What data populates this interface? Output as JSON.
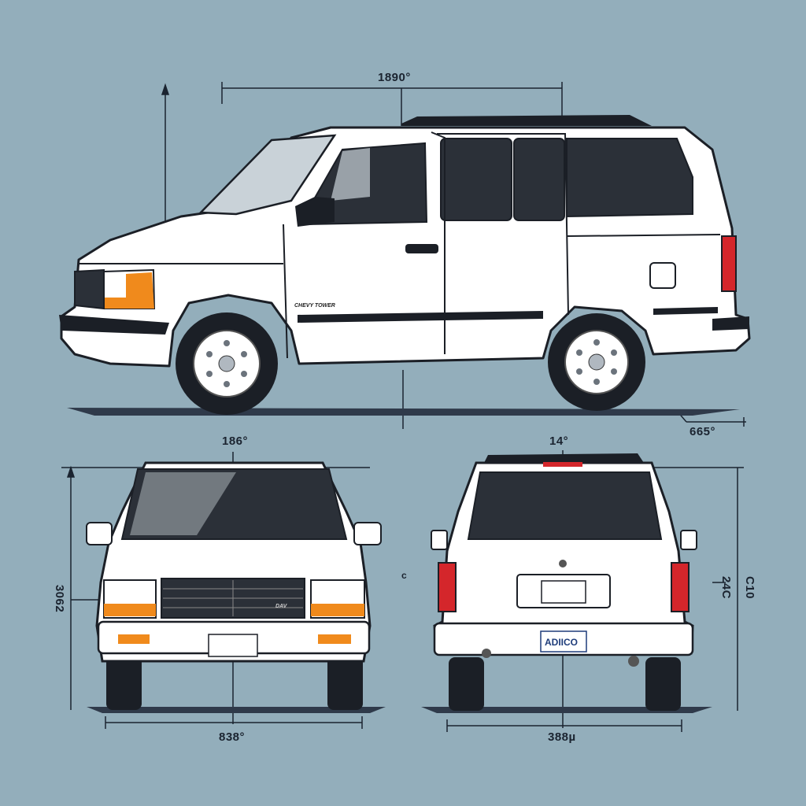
{
  "diagram": {
    "subject": "Minivan blueprint - side, front and rear elevations",
    "colors": {
      "background": "#93aebb",
      "body": "#ffffff",
      "outline": "#1b1f26",
      "glass": "#2b3038",
      "glass_light": "#c9d2d8",
      "turn_signal": "#f08a1c",
      "tail_light": "#d4262b",
      "shadow": "#2f3a4a"
    },
    "views": {
      "side": {
        "label": "side-view",
        "dimensions": {
          "length_top": "1890°",
          "rear_overhang": "665°"
        },
        "badge": "CHEVY TOWER"
      },
      "front": {
        "label": "front-view",
        "dimensions": {
          "width_top": "186°",
          "height_left": "3062",
          "width_bottom": "838°"
        },
        "grille_badge": "DAV"
      },
      "rear": {
        "label": "rear-view",
        "dimensions": {
          "width_top": "14°",
          "height_right_inner": "24C",
          "height_right_outer": "C10",
          "width_bottom": "388µ"
        },
        "license_plate": "ADIICO",
        "stray_mark": "c"
      }
    }
  }
}
